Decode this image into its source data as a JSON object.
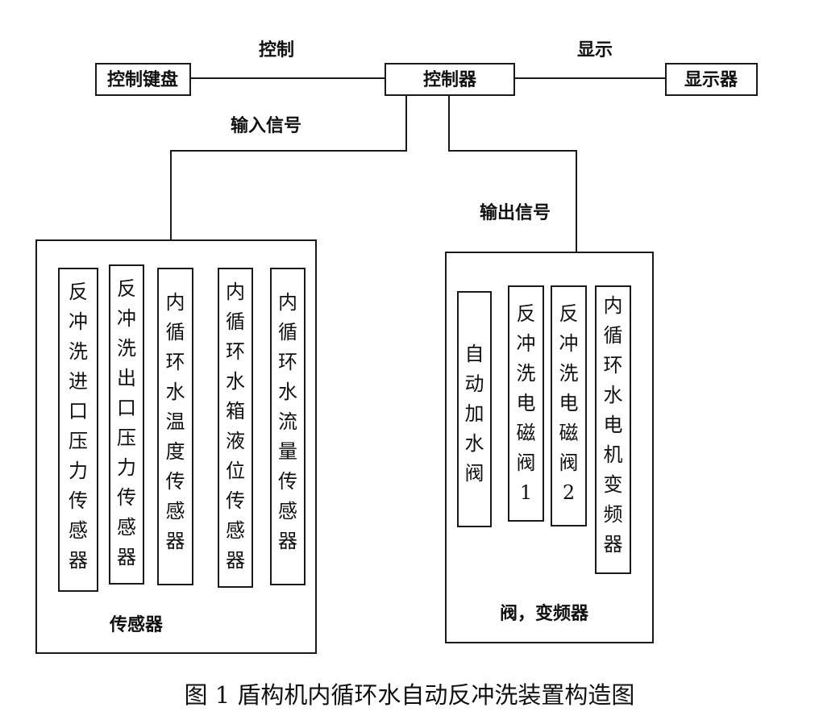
{
  "nodes": {
    "keyboard": "控制键盘",
    "controller": "控制器",
    "display": "显示器"
  },
  "edge_labels": {
    "control": "控制",
    "show": "显示",
    "input": "输入信号",
    "output": "输出信号"
  },
  "groups": {
    "sensors": {
      "title": "传感器",
      "items": [
        "反冲洗进口压力传感器",
        "反冲洗出口压力传感器",
        "内循环水温度传感器",
        "内循环水箱液位传感器",
        "内循环水流量传感器"
      ]
    },
    "actuators": {
      "title": "阀，变频器",
      "items": [
        "自动加水阀",
        "反冲洗电磁阀1",
        "反冲洗电磁阀2",
        "内循环水电机变频器"
      ]
    }
  },
  "caption": "图 1  盾构机内循环水自动反冲洗装置构造图"
}
